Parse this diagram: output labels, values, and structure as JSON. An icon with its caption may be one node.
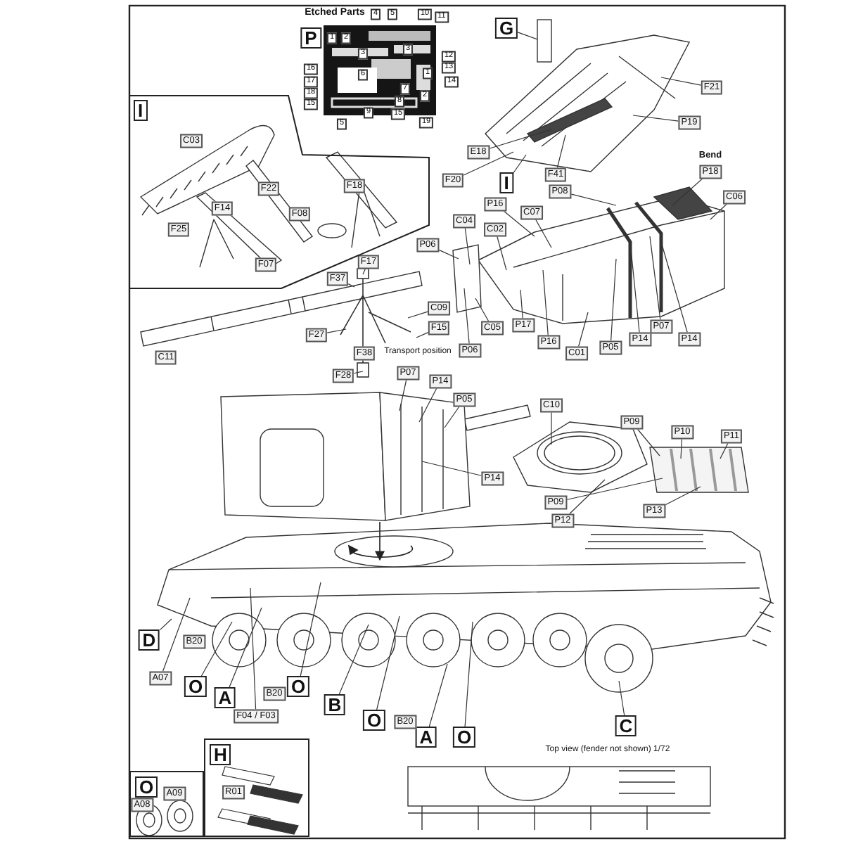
{
  "diagram": {
    "nodes": [
      {
        "text": [
          "G"
        ]
      },
      {
        "text": [
          "F21"
        ]
      },
      {
        "text": [
          "P19"
        ]
      },
      {
        "text": [
          "E18"
        ]
      },
      {
        "text": [
          "F20"
        ]
      },
      {
        "text": [
          "I"
        ]
      },
      {
        "text": [
          "F41"
        ]
      },
      {
        "text": [
          "P18"
        ],
        "beside": [
          "Bend"
        ]
      },
      {
        "text": [
          "P08"
        ]
      },
      {
        "text": [
          "C06"
        ]
      },
      {
        "text": [
          "P16"
        ]
      },
      {
        "text": [
          "C07"
        ]
      },
      {
        "text": [
          "C04"
        ]
      },
      {
        "text": [
          "C02"
        ]
      },
      {
        "text": [
          "P06"
        ]
      },
      {
        "text": [
          "F17"
        ]
      },
      {
        "text": [
          "F37"
        ]
      },
      {
        "text": [
          "C09"
        ]
      },
      {
        "text": [
          "F27"
        ]
      },
      {
        "text": [
          "F15"
        ]
      },
      {
        "text": [
          "C05"
        ]
      },
      {
        "text": [
          "P17"
        ]
      },
      {
        "text": [
          "P16"
        ]
      },
      {
        "text": [
          "C01"
        ]
      },
      {
        "text": [
          "P05"
        ]
      },
      {
        "text": [
          "P14"
        ]
      },
      {
        "text": [
          "P07"
        ]
      },
      {
        "text": [
          "P14"
        ]
      },
      {
        "text": [
          "P06"
        ]
      },
      {
        "text": [
          "F28"
        ]
      },
      {
        "text": [
          "P07"
        ]
      },
      {
        "text": [
          "P14"
        ]
      },
      {
        "text": [
          "P05"
        ]
      },
      {
        "text": [
          "P14"
        ]
      },
      {
        "text": [
          "C10"
        ]
      },
      {
        "text": [
          "P09"
        ]
      },
      {
        "text": [
          "P10"
        ]
      },
      {
        "text": [
          "P11"
        ]
      },
      {
        "text": [
          "P09"
        ]
      },
      {
        "text": [
          "P12"
        ]
      },
      {
        "text": [
          "P13"
        ]
      },
      {
        "text": [
          "D"
        ]
      },
      {
        "text": [
          "A07"
        ]
      },
      {
        "text": [
          "O"
        ]
      },
      {
        "text": [
          "A"
        ]
      },
      {
        "text": [
          "F04 / F03"
        ]
      },
      {
        "text": [
          "O"
        ]
      },
      {
        "text": [
          "B"
        ]
      },
      {
        "text": [
          "O"
        ]
      },
      {
        "text": [
          "A"
        ]
      },
      {
        "text": [
          "O"
        ]
      },
      {
        "text": [
          "C"
        ]
      },
      {
        "text": [
          "I"
        ]
      },
      {
        "text": [
          "O"
        ]
      },
      {
        "text": [
          "H"
        ]
      },
      {
        "text": [
          "P"
        ]
      },
      {
        "text": [],
        "shape": "picture"
      },
      {
        "text": [],
        "shape": "picture"
      },
      {
        "text": [],
        "shape": "picture"
      },
      {
        "text": [],
        "shape": "picture"
      },
      {
        "text": [],
        "shape": "picture"
      },
      {
        "text": [],
        "shape": "picture"
      },
      {
        "text": [],
        "shape": "picture"
      }
    ],
    "edges": [
      {
        "from": 0,
        "to": 56,
        "arrow": "none"
      },
      {
        "from": 1,
        "to": 56,
        "arrow": "none"
      },
      {
        "from": 2,
        "to": 56,
        "arrow": "none"
      },
      {
        "from": 3,
        "to": 56,
        "arrow": "none"
      },
      {
        "from": 4,
        "to": 56,
        "arrow": "none"
      },
      {
        "from": 5,
        "to": 56,
        "arrow": "none"
      },
      {
        "from": 6,
        "to": 56,
        "arrow": "none"
      },
      {
        "from": 7,
        "to": 57,
        "arrow": "none"
      },
      {
        "from": 8,
        "to": 57,
        "arrow": "none"
      },
      {
        "from": 9,
        "to": 57,
        "arrow": "none"
      },
      {
        "from": 10,
        "to": 57,
        "arrow": "none"
      },
      {
        "from": 11,
        "to": 57,
        "arrow": "none"
      },
      {
        "from": 12,
        "to": 57,
        "arrow": "none"
      },
      {
        "from": 13,
        "to": 57,
        "arrow": "none"
      },
      {
        "from": 14,
        "to": 57,
        "arrow": "none"
      },
      {
        "from": 15,
        "to": 58,
        "arrow": "none"
      },
      {
        "from": 16,
        "to": 58,
        "arrow": "none"
      },
      {
        "from": 17,
        "to": 58,
        "arrow": "none"
      },
      {
        "from": 18,
        "to": 58,
        "arrow": "none"
      },
      {
        "from": 19,
        "to": 58,
        "arrow": "none"
      },
      {
        "from": 20,
        "to": 57,
        "arrow": "none"
      },
      {
        "from": 21,
        "to": 57,
        "arrow": "none"
      },
      {
        "from": 22,
        "to": 57,
        "arrow": "none"
      },
      {
        "from": 23,
        "to": 57,
        "arrow": "none"
      },
      {
        "from": 24,
        "to": 57,
        "arrow": "none"
      },
      {
        "from": 25,
        "to": 57,
        "arrow": "none"
      },
      {
        "from": 26,
        "to": 57,
        "arrow": "none"
      },
      {
        "from": 27,
        "to": 57,
        "arrow": "none"
      },
      {
        "from": 28,
        "to": 57,
        "arrow": "none"
      },
      {
        "from": 29,
        "to": 58,
        "arrow": "none"
      },
      {
        "from": 30,
        "to": 59,
        "arrow": "none"
      },
      {
        "from": 31,
        "to": 59,
        "arrow": "none"
      },
      {
        "from": 32,
        "to": 59,
        "arrow": "none"
      },
      {
        "from": 33,
        "to": 59,
        "arrow": "none"
      },
      {
        "from": 34,
        "to": 60,
        "arrow": "none"
      },
      {
        "from": 35,
        "to": 61,
        "arrow": "none"
      },
      {
        "from": 36,
        "to": 61,
        "arrow": "none"
      },
      {
        "from": 37,
        "to": 61,
        "arrow": "none"
      },
      {
        "from": 38,
        "to": 61,
        "arrow": "none"
      },
      {
        "from": 39,
        "to": 60,
        "arrow": "none"
      },
      {
        "from": 40,
        "to": 61,
        "arrow": "none"
      },
      {
        "from": 41,
        "to": 62,
        "arrow": "none"
      },
      {
        "from": 42,
        "to": 62,
        "arrow": "none"
      },
      {
        "from": 43,
        "to": 62,
        "arrow": "none"
      },
      {
        "from": 44,
        "to": 62,
        "arrow": "none"
      },
      {
        "from": 45,
        "to": 62,
        "arrow": "none"
      },
      {
        "from": 46,
        "to": 62,
        "arrow": "none"
      },
      {
        "from": 47,
        "to": 62,
        "arrow": "none"
      },
      {
        "from": 48,
        "to": 62,
        "arrow": "none"
      },
      {
        "from": 49,
        "to": 62,
        "arrow": "none"
      },
      {
        "from": 50,
        "to": 62,
        "arrow": "none"
      },
      {
        "from": 51,
        "to": 62,
        "arrow": "none"
      },
      {
        "from": 59,
        "to": 62,
        "arrow": "to"
      }
    ],
    "labels": [
      "Etched Parts",
      "4",
      "5",
      "10",
      "11",
      "1",
      "2",
      "3",
      "3",
      "12",
      "13",
      "16",
      "6",
      "1",
      "14",
      "17",
      "7",
      "2",
      "18",
      "8",
      "15",
      "9",
      "15",
      "19",
      "5",
      "C03",
      "F22",
      "F18",
      "F14",
      "F08",
      "F25",
      "F07",
      "C11",
      "F38",
      "Transport position",
      "B20",
      "B20",
      "B20",
      "A08",
      "A09",
      "R01",
      "Top view (fender not shown) 1/72"
    ]
  }
}
